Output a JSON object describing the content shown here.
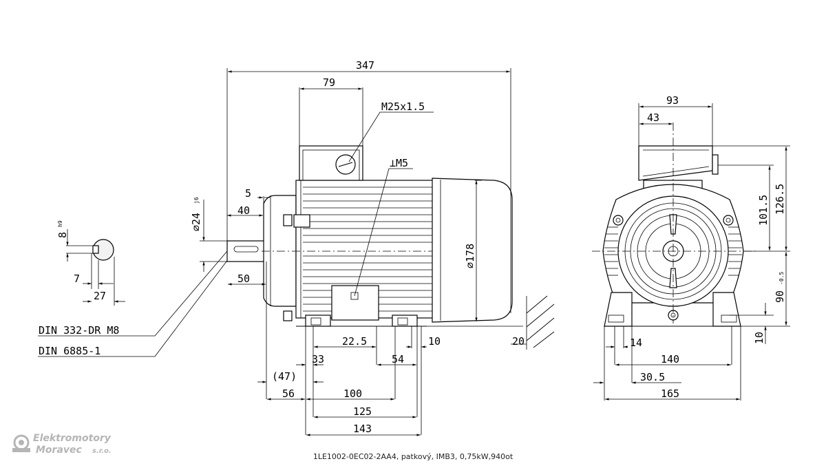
{
  "caption": "1LE1002-0EC02-2AA4, patkový, IMB3, 0,75kW,940ot",
  "logo": {
    "line1": "Elektromotory",
    "line2": "Moravec",
    "suffix": "s.r.o.",
    "color": "#b5b5b5"
  },
  "notes": {
    "din1": "DIN 332-DR M8",
    "din2": "DIN 6885-1"
  },
  "key_section": {
    "width": "8",
    "width_tol": "h9",
    "d7": "7",
    "d27": "27"
  },
  "side_view": {
    "overall": "347",
    "terminal_box": "79",
    "gland": "M25x1.5",
    "earth": "⊥M5",
    "shaft_dia": "⌀24",
    "shaft_tol": "j6",
    "d5": "5",
    "d40": "40",
    "d50": "50",
    "body_dia": "⌀178",
    "d22_5": "22.5",
    "d10": "10",
    "d20": "20",
    "d33": "33",
    "d54": "54",
    "d47": "(47)",
    "d56": "56",
    "d100": "100",
    "d125": "125",
    "d143": "143"
  },
  "front_view": {
    "d93": "93",
    "d43": "43",
    "d101_5": "101.5",
    "d126_5": "126.5",
    "d90": "90",
    "d90_tol": "-0.5",
    "d10": "10",
    "d14": "14",
    "d140": "140",
    "d30_5": "30.5",
    "d165": "165"
  }
}
